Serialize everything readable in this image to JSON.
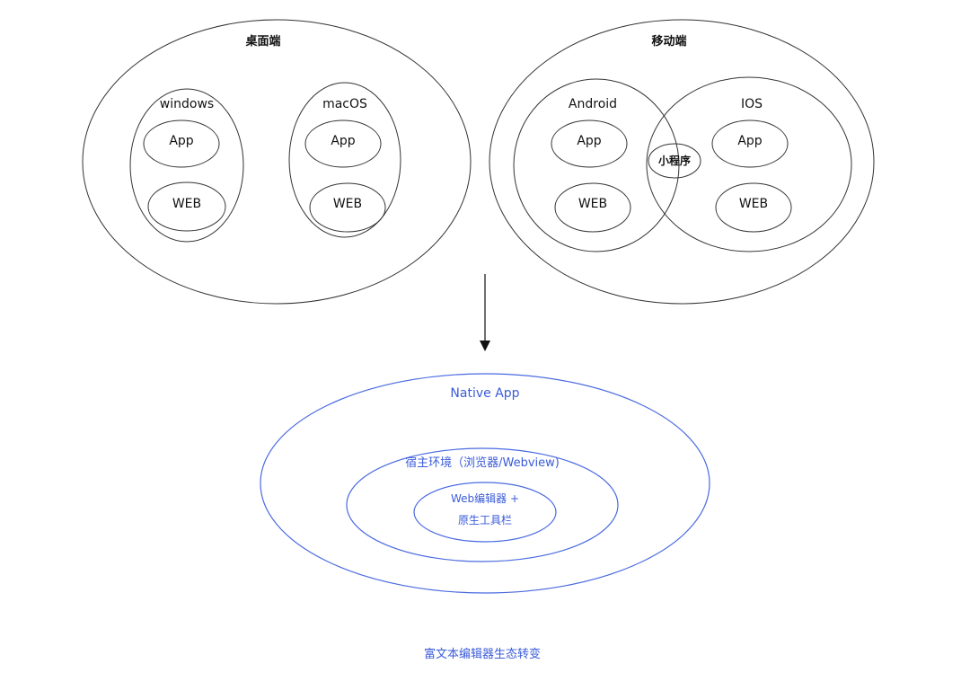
{
  "desktop": {
    "title": "桌面端",
    "groups": [
      {
        "name": "windows",
        "items": [
          "App",
          "WEB"
        ]
      },
      {
        "name": "macOS",
        "items": [
          "App",
          "WEB"
        ]
      }
    ]
  },
  "mobile": {
    "title": "移动端",
    "groups": [
      {
        "name": "Android",
        "items": [
          "App",
          "WEB"
        ]
      },
      {
        "name": "IOS",
        "items": [
          "App",
          "WEB"
        ]
      }
    ],
    "shared": "小程序"
  },
  "result": {
    "outer": "Native App",
    "middle": "宿主环境（浏览器/Webview)",
    "inner_line1": "Web编辑器 +",
    "inner_line2": "原生工具栏"
  },
  "caption": "富文本编辑器生态转变",
  "colors": {
    "line": "#333333",
    "accent": "#4a6ae0",
    "accent_text": "#3a5bd9"
  }
}
